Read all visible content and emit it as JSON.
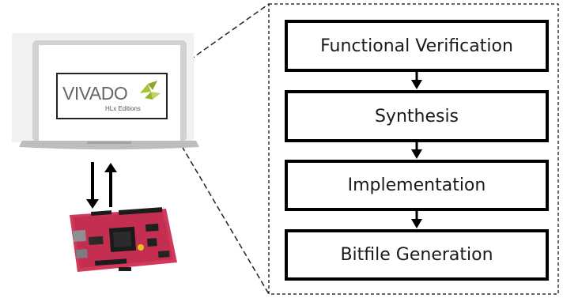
{
  "flow": {
    "steps": [
      {
        "label": "Functional Verification"
      },
      {
        "label": "Synthesis"
      },
      {
        "label": "Implementation"
      },
      {
        "label": "Bitfile Generation"
      }
    ]
  },
  "logo": {
    "word": "VIVADO",
    "sub": "HLx Editions"
  },
  "icons": {
    "laptop": "laptop-icon",
    "board": "fpga-board-icon",
    "logo": "vivado-logo-icon"
  },
  "colors": {
    "board_red": "#d2385a",
    "logo_green": "#a7c436",
    "logo_gray": "#666666",
    "laptop_frame": "#c8c8ca",
    "laptop_base": "#b9b9bc"
  }
}
